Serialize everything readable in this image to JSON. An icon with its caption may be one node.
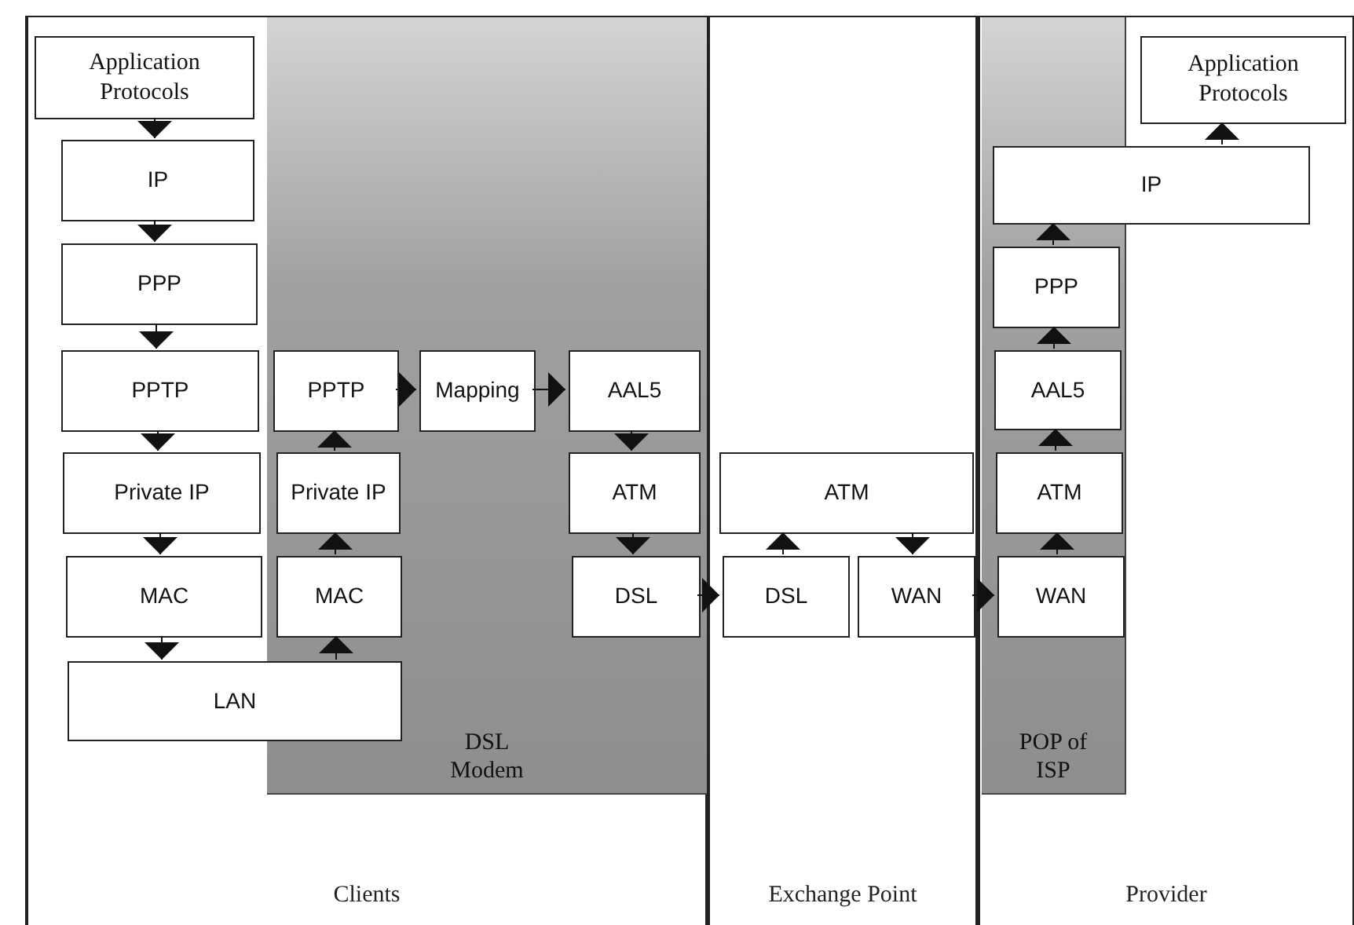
{
  "diagram": {
    "nodes": [
      {
        "text": [
          "Clients"
        ]
      },
      {
        "text": [
          "DSL Modem"
        ],
        "in": 0
      },
      {
        "text": [
          "Exchange Point"
        ]
      },
      {
        "text": [
          "Provider"
        ]
      },
      {
        "text": [
          "POP of ISP"
        ],
        "in": 3
      },
      {
        "text": [
          "Application Protocols"
        ],
        "in": 0
      },
      {
        "text": [
          "IP"
        ],
        "in": 0
      },
      {
        "text": [
          "PPP"
        ],
        "in": 0
      },
      {
        "text": [
          "PPTP"
        ],
        "in": 0
      },
      {
        "text": [
          "Private IP"
        ],
        "in": 0
      },
      {
        "text": [
          "MAC"
        ],
        "in": 0
      },
      {
        "text": [
          "LAN"
        ],
        "in": 0
      },
      {
        "text": [
          "PPTP"
        ],
        "in": 1
      },
      {
        "text": [
          "Mapping"
        ],
        "in": 1
      },
      {
        "text": [
          "AAL5"
        ],
        "in": 1
      },
      {
        "text": [
          "Private IP"
        ],
        "in": 1
      },
      {
        "text": [
          "ATM"
        ],
        "in": 1
      },
      {
        "text": [
          "MAC"
        ],
        "in": 1
      },
      {
        "text": [
          "DSL"
        ],
        "in": 1
      },
      {
        "text": [
          "ATM"
        ],
        "in": 2
      },
      {
        "text": [
          "DSL"
        ],
        "in": 2
      },
      {
        "text": [
          "WAN"
        ],
        "in": 2
      },
      {
        "text": [
          "Application Protocols"
        ],
        "in": 3
      },
      {
        "text": [
          "IP"
        ],
        "in": 3
      },
      {
        "text": [
          "PPP"
        ],
        "in": 4
      },
      {
        "text": [
          "AAL5"
        ],
        "in": 4
      },
      {
        "text": [
          "ATM"
        ],
        "in": 4
      },
      {
        "text": [
          "WAN"
        ],
        "in": 4
      }
    ],
    "edges": [
      {
        "from": 5,
        "to": 6,
        "arrow": "to"
      },
      {
        "from": 6,
        "to": 7,
        "arrow": "to"
      },
      {
        "from": 7,
        "to": 8,
        "arrow": "to"
      },
      {
        "from": 8,
        "to": 9,
        "arrow": "to"
      },
      {
        "from": 9,
        "to": 10,
        "arrow": "to"
      },
      {
        "from": 10,
        "to": 11,
        "arrow": "to"
      },
      {
        "from": 11,
        "to": 17,
        "arrow": "to"
      },
      {
        "from": 17,
        "to": 15,
        "arrow": "to"
      },
      {
        "from": 15,
        "to": 12,
        "arrow": "to"
      },
      {
        "from": 12,
        "to": 13,
        "arrow": "to"
      },
      {
        "from": 13,
        "to": 14,
        "arrow": "to"
      },
      {
        "from": 14,
        "to": 16,
        "arrow": "to"
      },
      {
        "from": 16,
        "to": 18,
        "arrow": "to"
      },
      {
        "from": 18,
        "to": 20,
        "arrow": "to"
      },
      {
        "from": 20,
        "to": 19,
        "arrow": "to"
      },
      {
        "from": 19,
        "to": 21,
        "arrow": "to"
      },
      {
        "from": 21,
        "to": 27,
        "arrow": "to"
      },
      {
        "from": 27,
        "to": 26,
        "arrow": "to"
      },
      {
        "from": 26,
        "to": 25,
        "arrow": "to"
      },
      {
        "from": 25,
        "to": 24,
        "arrow": "to"
      },
      {
        "from": 24,
        "to": 23,
        "arrow": "to"
      },
      {
        "from": 23,
        "to": 22,
        "arrow": "to"
      }
    ]
  }
}
